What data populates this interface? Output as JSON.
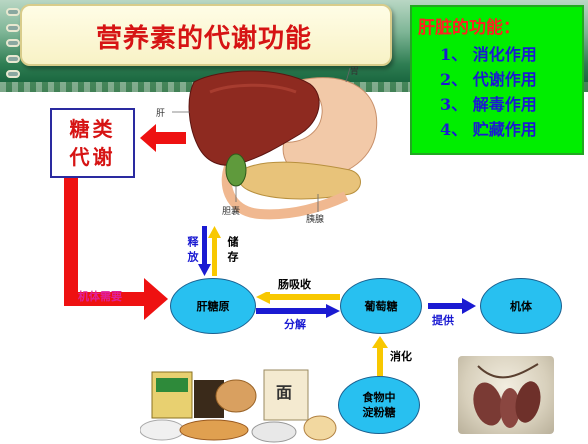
{
  "title": "营养素的代谢功能",
  "liver_functions": {
    "heading": "肝脏的功能：",
    "items": [
      "1、 消化作用",
      "2、 代谢作用",
      "3、 解毒作用",
      "4、 贮藏作用"
    ]
  },
  "organ_labels": {
    "liver": "肝",
    "stomach": "胃",
    "gallbladder": "胆囊",
    "pancreas": "胰腺"
  },
  "sugar_metabolism": [
    "糖类",
    "代谢"
  ],
  "nodes": {
    "glycogen": "肝糖原",
    "glucose": "葡萄糖",
    "body": "机体",
    "food_starch": [
      "食物中",
      "淀粉糖"
    ]
  },
  "edge_labels": {
    "release": "释放",
    "store": "储存",
    "absorb": "肠吸收",
    "decompose": "分解",
    "supply": "提供",
    "digest": "消化",
    "body_need": "机体需要"
  },
  "food_box_label": "面",
  "colors": {
    "title_red": "#d61414",
    "func_green": "#00ee00",
    "label_blue": "#1a1ad2",
    "node_cyan": "#28c0f0",
    "arrow_red": "#ee1111",
    "arrow_yellow": "#f8c800"
  }
}
